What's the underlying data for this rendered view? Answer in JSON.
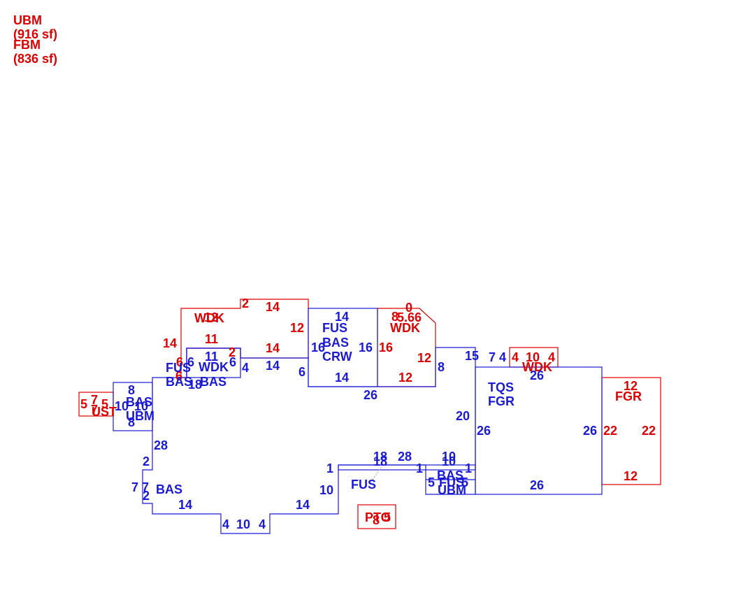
{
  "legend": [
    {
      "code": "UBM",
      "area": "(916 sf)",
      "color": "#dd0000"
    },
    {
      "code": "FBM",
      "area": "(836 sf)",
      "color": "#dd0000"
    }
  ],
  "colors": {
    "red": "#dd0000",
    "blue": "#1a1ad6"
  },
  "labels": [
    {
      "t": "WDK",
      "c": "red"
    },
    {
      "t": "12",
      "c": "red"
    },
    {
      "t": "2",
      "c": "red"
    },
    {
      "t": "14",
      "c": "red"
    },
    {
      "t": "11",
      "c": "red"
    },
    {
      "t": "14",
      "c": "red"
    },
    {
      "t": "14",
      "c": "red"
    },
    {
      "t": "12",
      "c": "red"
    },
    {
      "t": "2",
      "c": "red"
    },
    {
      "t": "6",
      "c": "red"
    },
    {
      "t": "6",
      "c": "red"
    },
    {
      "t": "11",
      "c": "blue"
    },
    {
      "t": "6",
      "c": "blue"
    },
    {
      "t": "6",
      "c": "blue"
    },
    {
      "t": "WDK",
      "c": "blue"
    },
    {
      "t": "4",
      "c": "blue"
    },
    {
      "t": "FUS",
      "c": "blue"
    },
    {
      "t": "BAS",
      "c": "blue"
    },
    {
      "t": "18",
      "c": "blue"
    },
    {
      "t": "BAS",
      "c": "blue"
    },
    {
      "t": "14",
      "c": "blue"
    },
    {
      "t": "6",
      "c": "blue"
    },
    {
      "t": "14",
      "c": "blue"
    },
    {
      "t": "FUS",
      "c": "blue"
    },
    {
      "t": "BAS",
      "c": "blue"
    },
    {
      "t": "CRW",
      "c": "blue"
    },
    {
      "t": "16",
      "c": "blue"
    },
    {
      "t": "16",
      "c": "blue"
    },
    {
      "t": "14",
      "c": "blue"
    },
    {
      "t": "26",
      "c": "blue"
    },
    {
      "t": "0",
      "c": "red"
    },
    {
      "t": "8",
      "c": "red"
    },
    {
      "t": "5.66",
      "c": "red"
    },
    {
      "t": "WDK",
      "c": "red"
    },
    {
      "t": "16",
      "c": "red"
    },
    {
      "t": "12",
      "c": "red"
    },
    {
      "t": "12",
      "c": "red"
    },
    {
      "t": "8",
      "c": "blue"
    },
    {
      "t": "15",
      "c": "blue"
    },
    {
      "t": "7",
      "c": "blue"
    },
    {
      "t": "4",
      "c": "blue"
    },
    {
      "t": "4",
      "c": "red"
    },
    {
      "t": "10",
      "c": "red"
    },
    {
      "t": "4",
      "c": "red"
    },
    {
      "t": "WDK",
      "c": "red"
    },
    {
      "t": "26",
      "c": "blue"
    },
    {
      "t": "TQS",
      "c": "blue"
    },
    {
      "t": "FGR",
      "c": "blue"
    },
    {
      "t": "20",
      "c": "blue"
    },
    {
      "t": "26",
      "c": "blue"
    },
    {
      "t": "26",
      "c": "blue"
    },
    {
      "t": "26",
      "c": "blue"
    },
    {
      "t": "12",
      "c": "red"
    },
    {
      "t": "FGR",
      "c": "red"
    },
    {
      "t": "22",
      "c": "red"
    },
    {
      "t": "22",
      "c": "red"
    },
    {
      "t": "12",
      "c": "red"
    },
    {
      "t": "8",
      "c": "blue"
    },
    {
      "t": "BAS",
      "c": "blue"
    },
    {
      "t": "10",
      "c": "blue"
    },
    {
      "t": "10",
      "c": "blue"
    },
    {
      "t": "UBM",
      "c": "blue"
    },
    {
      "t": "8",
      "c": "blue"
    },
    {
      "t": "5",
      "c": "red"
    },
    {
      "t": "7",
      "c": "red"
    },
    {
      "t": "5",
      "c": "red"
    },
    {
      "t": "7",
      "c": "red"
    },
    {
      "t": "UST",
      "c": "red"
    },
    {
      "t": "28",
      "c": "blue"
    },
    {
      "t": "2",
      "c": "blue"
    },
    {
      "t": "7",
      "c": "blue"
    },
    {
      "t": "7",
      "c": "blue"
    },
    {
      "t": "2",
      "c": "blue"
    },
    {
      "t": "BAS",
      "c": "blue"
    },
    {
      "t": "14",
      "c": "blue"
    },
    {
      "t": "4",
      "c": "blue"
    },
    {
      "t": "10",
      "c": "blue"
    },
    {
      "t": "4",
      "c": "blue"
    },
    {
      "t": "14",
      "c": "blue"
    },
    {
      "t": "10",
      "c": "blue"
    },
    {
      "t": "1",
      "c": "blue"
    },
    {
      "t": "FUS",
      "c": "blue"
    },
    {
      "t": "18",
      "c": "blue"
    },
    {
      "t": "18",
      "c": "blue"
    },
    {
      "t": "28",
      "c": "blue"
    },
    {
      "t": "1",
      "c": "blue"
    },
    {
      "t": "10",
      "c": "blue"
    },
    {
      "t": "10",
      "c": "blue"
    },
    {
      "t": "1",
      "c": "blue"
    },
    {
      "t": "BAS",
      "c": "blue"
    },
    {
      "t": "5",
      "c": "blue"
    },
    {
      "t": "FUS",
      "c": "blue"
    },
    {
      "t": "5",
      "c": "blue"
    },
    {
      "t": "UBM",
      "c": "blue"
    },
    {
      "t": "PTO",
      "c": "red"
    },
    {
      "t": "8",
      "c": "red"
    },
    {
      "t": "5",
      "c": "red"
    }
  ]
}
